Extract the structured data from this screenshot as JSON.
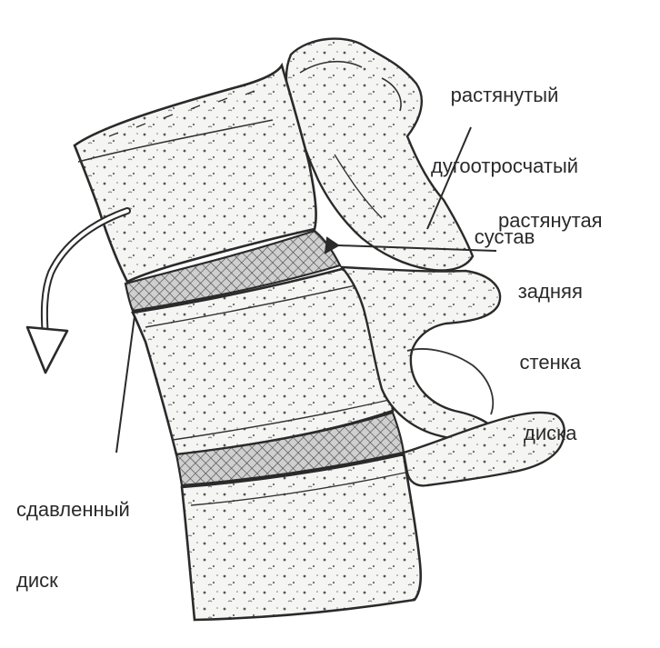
{
  "labels": {
    "facet_joint": [
      "растянутый",
      "дугоотросчатый",
      "сустав"
    ],
    "disc_wall": [
      "растянутая",
      "задняя",
      "стенка",
      "диска"
    ],
    "compressed_disc": [
      "сдавленный",
      "диск"
    ]
  },
  "colors": {
    "ink": "#2a2a2a",
    "bone_fill": "#f4f4f2",
    "disc_fill": "#bdbdbd",
    "background": "#ffffff"
  }
}
